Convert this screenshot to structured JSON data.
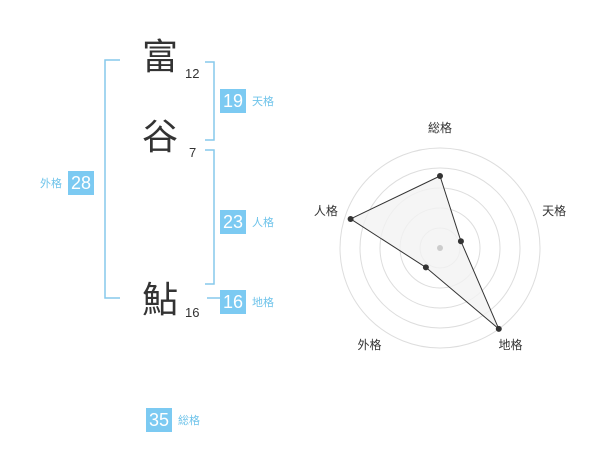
{
  "name": {
    "chars": [
      {
        "char": "富",
        "strokes": "12"
      },
      {
        "char": "谷",
        "strokes": "7"
      },
      {
        "char": "鮎",
        "strokes": "16"
      }
    ]
  },
  "fortune": {
    "tenkaku": {
      "value": "19",
      "label": "天格"
    },
    "jinkaku": {
      "value": "23",
      "label": "人格"
    },
    "chikaku": {
      "value": "16",
      "label": "地格"
    },
    "gaikaku": {
      "value": "28",
      "label": "外格"
    },
    "soukaku": {
      "value": "35",
      "label": "総格"
    }
  },
  "radar": {
    "axes": [
      "総格",
      "天格",
      "地格",
      "外格",
      "人格"
    ],
    "rings": 5,
    "values": [
      3.6,
      1.1,
      5.0,
      1.2,
      4.7
    ],
    "max": 5,
    "fill_color": "#f2f2f2",
    "ring_color": "#dddddd",
    "line_color": "#333333"
  },
  "colors": {
    "accent": "#7ccaf2",
    "bracket": "#86c9ec",
    "label": "#6ec3ea"
  }
}
